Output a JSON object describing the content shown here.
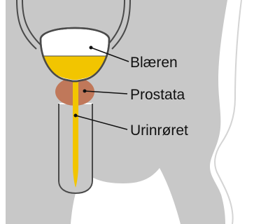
{
  "labels": {
    "bladder": "Blæren",
    "prostate": "Prostata",
    "urethra": "Urinrøret"
  },
  "colors": {
    "body": "#c8c8c8",
    "body_outline": "#ffffff",
    "organ_outline": "#4a4a4a",
    "urine": "#f2c500",
    "bladder_empty": "#ffffff",
    "prostate": "#c0785a",
    "urethra": "#f2c500",
    "leader": "#111111",
    "background": "#ffffff"
  }
}
